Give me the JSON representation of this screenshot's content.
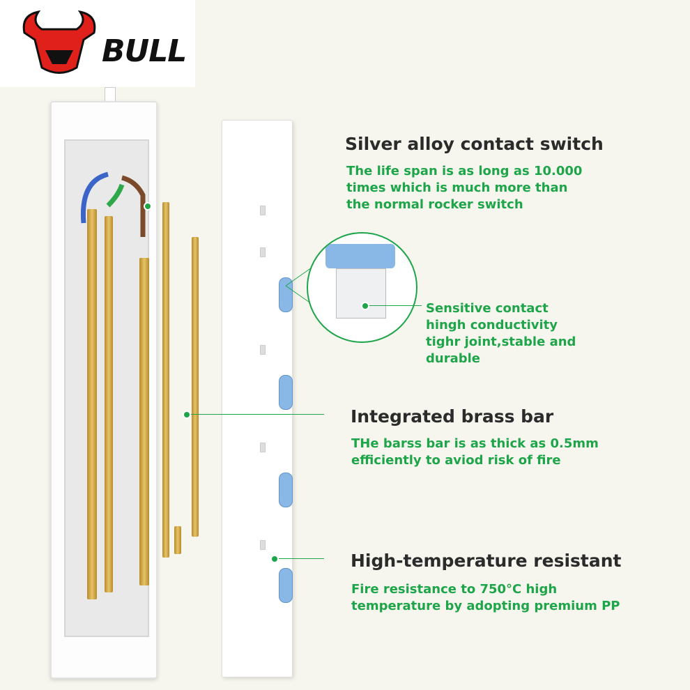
{
  "logo": {
    "brand": "BULL",
    "accent": "#e0201b"
  },
  "features": [
    {
      "title": "Silver alloy contact switch",
      "lines": [
        "The life span is as long as 10.000",
        "times which is much more than",
        "the normal rocker switch"
      ]
    },
    {
      "title": "",
      "lines": [
        "Sensitive contact",
        "hingh conductivity",
        "tighr joint,stable and",
        "durable"
      ]
    },
    {
      "title": "Integrated brass bar",
      "lines": [
        "THe barss bar is as thick as 0.5mm",
        "efficiently to aviod risk of fire"
      ]
    },
    {
      "title": "High-temperature resistant",
      "lines": [
        "Fire resistance to 750°C high",
        "temperature by adopting premium PP"
      ]
    }
  ],
  "colors": {
    "green": "#1ea54a",
    "heading": "#2b2b2b",
    "switch": "#8ab8e6",
    "brass": "#d4aa45"
  }
}
